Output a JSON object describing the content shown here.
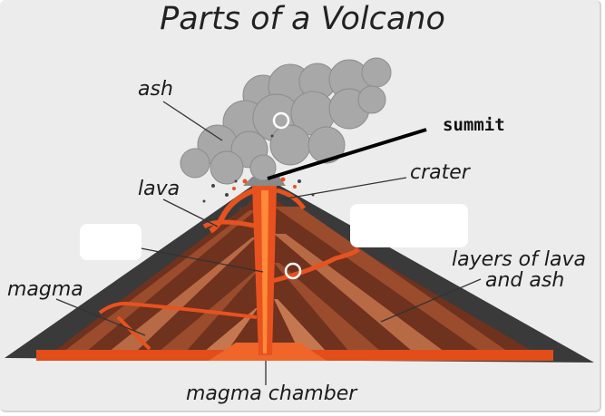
{
  "title": "Parts of a Volcano",
  "labels": {
    "ash": "ash",
    "lava": "lava",
    "magma": "magma",
    "crater": "crater",
    "layers_line1": "layers of lava",
    "layers_line2": "and ash",
    "magma_chamber": "magma chamber",
    "summit": "summit"
  },
  "colors": {
    "background": "#ececec",
    "rock_dark": "#3c3c3c",
    "rock_brown": "#7a3c24",
    "rock_light": "#b76a45",
    "lava": "#e8521f",
    "lava_bright": "#ff7a2e",
    "smoke": "#a9a9a9"
  },
  "markers": [
    "summit-circle-marker",
    "vent-circle-marker"
  ]
}
